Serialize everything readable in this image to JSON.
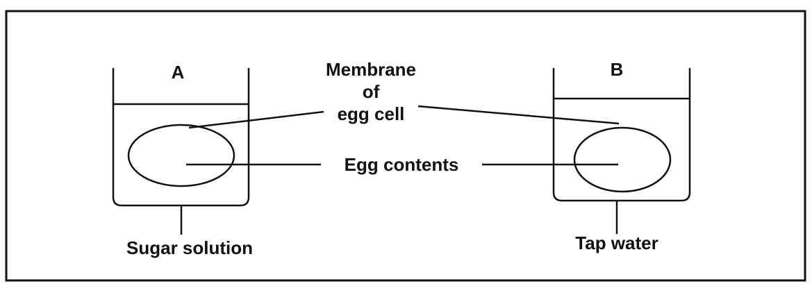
{
  "beaker_a": {
    "title": "A",
    "solution_label": "Sugar solution"
  },
  "beaker_b": {
    "title": "B",
    "solution_label": "Tap water"
  },
  "labels": {
    "membrane_line1": "Membrane",
    "membrane_line2": "of",
    "membrane_line3": "egg cell",
    "egg_contents": "Egg contents"
  },
  "colors": {
    "ink": "#111111",
    "background": "#ffffff"
  }
}
